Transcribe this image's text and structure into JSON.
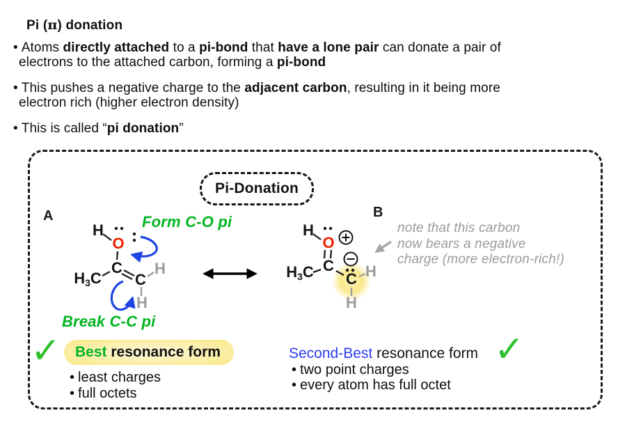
{
  "colors": {
    "green_text": "#00b520",
    "check_green": "#2ec02e",
    "arrow_blue": "#1d44e3",
    "label_blue": "#2b3cf0",
    "oxygen_red": "#ee2000",
    "gray_atom": "#9a9a9a",
    "note_gray": "#9b9b9b",
    "highlight_yellow": "#fae989"
  },
  "intro": {
    "bullet_char": "•",
    "title": [
      {
        "t": "Pi (",
        "c": "b"
      },
      {
        "t": "π",
        "c": "b pi"
      },
      {
        "t": ") donation",
        "c": "b"
      }
    ],
    "bullets": [
      {
        "lines": [
          [
            {
              "t": "Atoms  "
            },
            {
              "t": "directly attached",
              "c": "b"
            },
            {
              "t": " to a "
            },
            {
              "t": "pi-bond",
              "c": "b"
            },
            {
              "t": " that "
            },
            {
              "t": "have a lone pair",
              "c": "b"
            },
            {
              "t": " can donate a pair of"
            }
          ],
          [
            {
              "t": "electrons to the attached carbon, forming a "
            },
            {
              "t": "pi-bond",
              "c": "b"
            }
          ]
        ]
      },
      {
        "lines": [
          [
            {
              "t": "This pushes a negative charge to the "
            },
            {
              "t": "adjacent carbon",
              "c": "b"
            },
            {
              "t": ", resulting in it being more"
            }
          ],
          [
            {
              "t": "electron rich (higher electron density)"
            }
          ]
        ]
      },
      {
        "lines": [
          [
            {
              "t": "This is called “"
            },
            {
              "t": "pi donation",
              "c": "b"
            },
            {
              "t": "”"
            }
          ]
        ]
      }
    ]
  },
  "diagram": {
    "badge": "Pi-Donation",
    "label_a": "A",
    "label_b": "B",
    "green_note_form": "Form C-O pi",
    "green_note_break": "Break C-C pi",
    "gray_note_lines": [
      "note that this carbon",
      "now bears a negative",
      "charge (more electron-rich!)"
    ],
    "atom_h": "H",
    "atom_o": "O",
    "atom_c": "C",
    "methyl": [
      {
        "t": "H"
      },
      {
        "t": "3",
        "c": "sub"
      },
      {
        "t": "C"
      }
    ],
    "positive_charge_icon": "⊕",
    "negative_charge_icon": "⊖",
    "left_verdict": {
      "check": "✓",
      "headline": [
        {
          "t": "Best",
          "c": "green"
        },
        {
          "t": " resonance form"
        }
      ],
      "points": [
        "least charges",
        "full octets"
      ]
    },
    "right_verdict": {
      "check": "✓",
      "headline": [
        {
          "t": "Second-Best",
          "c": "blue"
        },
        {
          "t": " resonance form"
        }
      ],
      "points": [
        "two point charges",
        "every atom has full octet"
      ]
    }
  }
}
